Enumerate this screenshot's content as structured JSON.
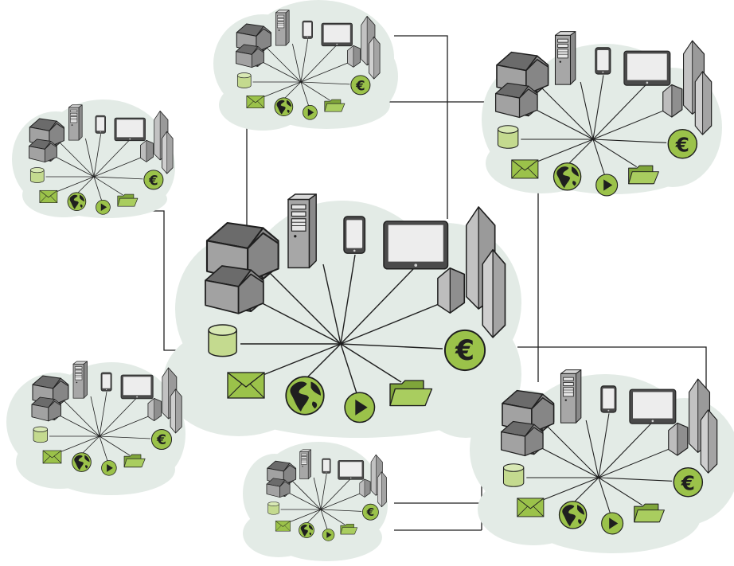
{
  "diagram": {
    "description_icons": [
      "house-icon",
      "server-icon",
      "smartphone-icon",
      "tablet-icon",
      "building-icon",
      "database-icon",
      "euro-coin-icon",
      "envelope-icon",
      "globe-icon",
      "play-icon",
      "folder-icon"
    ],
    "currency_symbol": "€",
    "colors": {
      "cloud": "#e3ebe6",
      "accent_green": "#9bc24a",
      "accent_green_light": "#c4da8f",
      "gray_dark": "#6b6b6b",
      "gray_mid": "#8a8a8a",
      "gray_light": "#a7a7a7",
      "line": "#1f1f1f"
    },
    "clouds": [
      {
        "id": "center"
      },
      {
        "id": "top"
      },
      {
        "id": "top-right"
      },
      {
        "id": "left"
      },
      {
        "id": "bottom-left"
      },
      {
        "id": "bottom"
      },
      {
        "id": "bottom-right"
      }
    ]
  }
}
